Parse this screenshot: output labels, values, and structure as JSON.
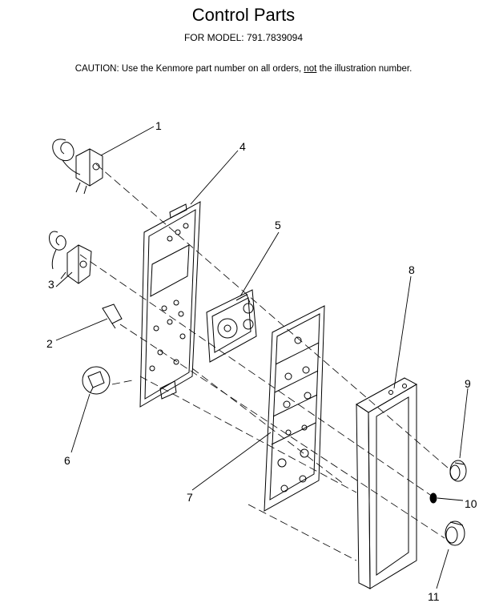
{
  "header": {
    "title": "Control Parts",
    "model": "FOR MODEL: 791.7839094",
    "caution_before": "CAUTION:  Use the Kenmore part number on all orders, ",
    "caution_not": "not",
    "caution_after": " the illustration number."
  },
  "callouts": [
    "1",
    "2",
    "3",
    "4",
    "5",
    "6",
    "7",
    "8",
    "9",
    "10",
    "11"
  ]
}
